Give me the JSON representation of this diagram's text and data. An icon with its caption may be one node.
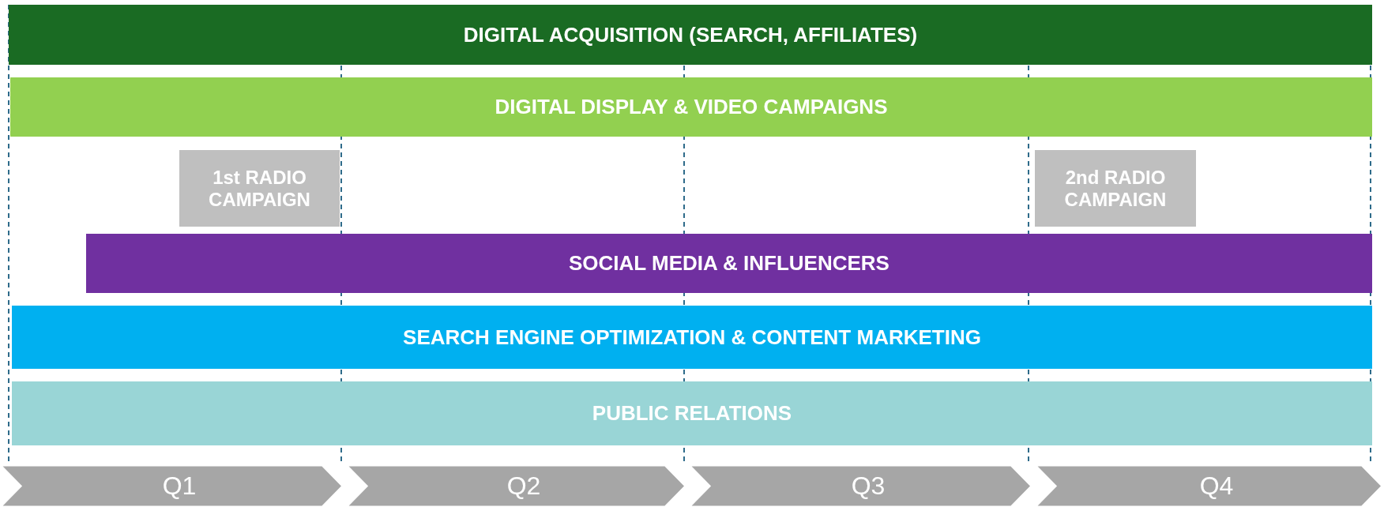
{
  "diagram": {
    "nodes": [
      {
        "text": [
          "DIGITAL ACQUISITION (SEARCH, AFFILIATES)"
        ]
      },
      {
        "text": [
          "DIGITAL DISPLAY & VIDEO CAMPAIGNS"
        ]
      },
      {
        "text": [
          "1st RADIO CAMPAIGN"
        ]
      },
      {
        "text": [
          "2nd RADIO CAMPAIGN"
        ]
      },
      {
        "text": [
          "SOCIAL MEDIA & INFLUENCERS"
        ]
      },
      {
        "text": [
          "SEARCH ENGINE OPTIMIZATION & CONTENT MARKETING"
        ]
      },
      {
        "text": [
          "PUBLIC RELATIONS"
        ]
      },
      {
        "text": [
          "Q1"
        ]
      },
      {
        "text": [
          "Q2"
        ]
      },
      {
        "text": [
          "Q3"
        ]
      },
      {
        "text": [
          "Q4"
        ]
      }
    ]
  }
}
